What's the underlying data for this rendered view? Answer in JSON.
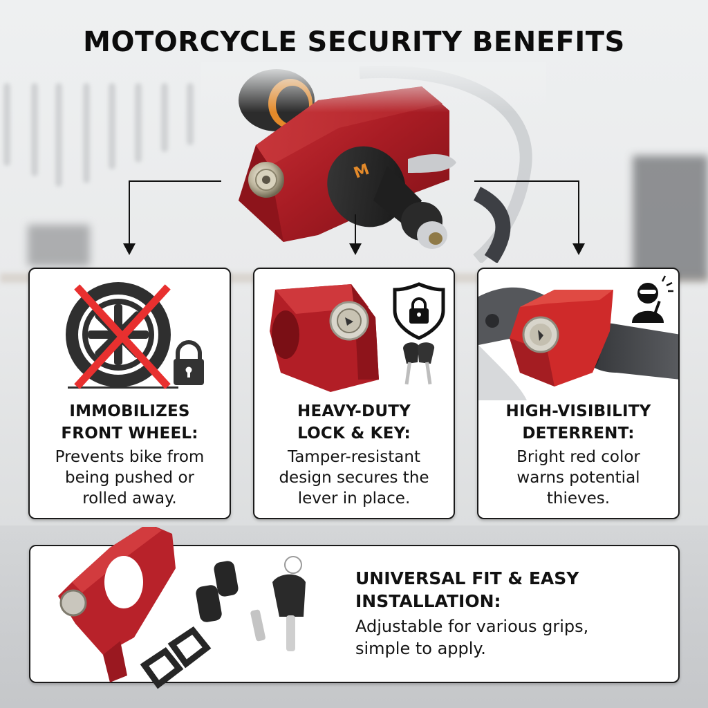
{
  "header": {
    "title": "MOTORCYCLE SECURITY BENEFITS"
  },
  "hero": {
    "image": "red-handlebar-lever-lock-on-motorcycle-grip"
  },
  "benefits": [
    {
      "heading_line1": "IMMOBILIZES",
      "heading_line2": "FRONT WHEEL:",
      "body_line1": "Prevents bike from",
      "body_line2": "being pushed or",
      "body_line3": "rolled away.",
      "icons": [
        "wheel-crossed-out-icon",
        "padlock-icon"
      ]
    },
    {
      "heading_line1": "HEAVY-DUTY",
      "heading_line2": "LOCK & KEY:",
      "body_line1": "Tamper-resistant",
      "body_line2": "design secures the",
      "body_line3": "lever in place.",
      "icons": [
        "red-lock-block-image",
        "shield-lock-icon",
        "keys-icon"
      ]
    },
    {
      "heading_line1": "HIGH-VISIBILITY",
      "heading_line2": "DETERRENT:",
      "body_line1": "Bright red color",
      "body_line2": "warns potential",
      "body_line3": "thieves.",
      "icons": [
        "lock-on-grip-image",
        "thief-icon"
      ]
    }
  ],
  "bottom_card": {
    "heading_line1": "UNIVERSAL FIT & EASY",
    "heading_line2": "INSTALLATION:",
    "body_line1": "Adjustable for various grips,",
    "body_line2": "simple to apply.",
    "icons": [
      "lock-kit-image",
      "rubber-spacers",
      "keys-icon"
    ]
  },
  "colors": {
    "accent_red": "#c0242a",
    "cross_red": "#e8302f",
    "text": "#111111",
    "card_bg": "#ffffff",
    "border": "#1a1a1a"
  }
}
